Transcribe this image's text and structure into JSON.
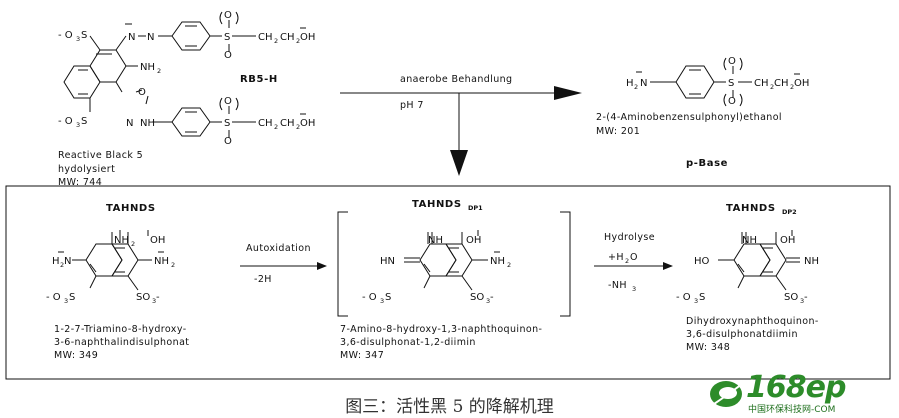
{
  "labels": {
    "rb5h": "RB5-H",
    "reactive_black": "Reactive Black 5",
    "hydrolysed": "hydolysiert",
    "mw_rb5": "MW: 744",
    "reaction_above": "anaerobe Behandlung",
    "reaction_below": "pH 7",
    "pbase_name": "2-(4-Aminobenzensulphonyl)ethanol",
    "pbase_mw": "MW: 201",
    "pbase_title": "p-Base",
    "tahnds_title": "TAHNDS",
    "dp1_title": "TAHNDS",
    "dp1_sub": "DP1",
    "dp2_title": "TAHNDS",
    "dp2_sub": "DP2",
    "autox_label": "Autoxidation",
    "autox_sub": "-2H",
    "hydro_label": "Hydrolyse",
    "hydro_h2o": "+H",
    "hydro_h2o_sub": "2",
    "hydro_h2o_end": "O",
    "hydro_nh3": "-NH",
    "hydro_nh3_sub": "3",
    "tahnds_name1": "1-2-7-Triamino-8-hydroxy-",
    "tahnds_name2": "3-6-naphthalindisulphonat",
    "tahnds_mw": "MW: 349",
    "dp1_name1": "7-Amino-8-hydroxy-1,3-naphthoquinon-",
    "dp1_name2": "3,6-disulphonat-1,2-diimin",
    "dp1_mw": "MW: 347",
    "dp2_name1": "Dihydroxynaphthoquinon-",
    "dp2_name2": "3,6-disulphonatdiimin",
    "dp2_mw": "MW: 348"
  },
  "caption": "图三：活性黑 5 的降解机理",
  "logo": {
    "number": "168ep",
    "text": "中国环保科技网-COM",
    "color": "#2d8c2a"
  }
}
